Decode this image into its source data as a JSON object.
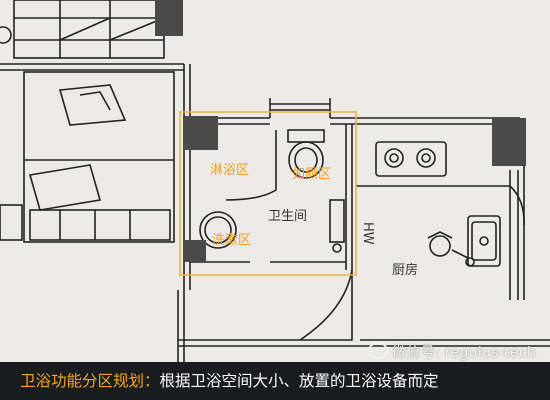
{
  "rooms": {
    "shower": "淋浴区",
    "toilet": "如厕区",
    "bathroom": "卫生间",
    "washing": "洗漱区",
    "kitchen": "厨房",
    "wm_letters": "HW"
  },
  "watermark": {
    "text": "微信号: regulus-tech"
  },
  "caption": {
    "heading": "卫浴功能分区规划",
    "separator": "：",
    "body": "根据卫浴空间大小、放置的卫浴设备而定"
  },
  "colors": {
    "highlight_box": "#f0b040",
    "label_text": "#f0a020",
    "caption_bg": "#1a1c20",
    "caption_heading": "#f5a623"
  }
}
